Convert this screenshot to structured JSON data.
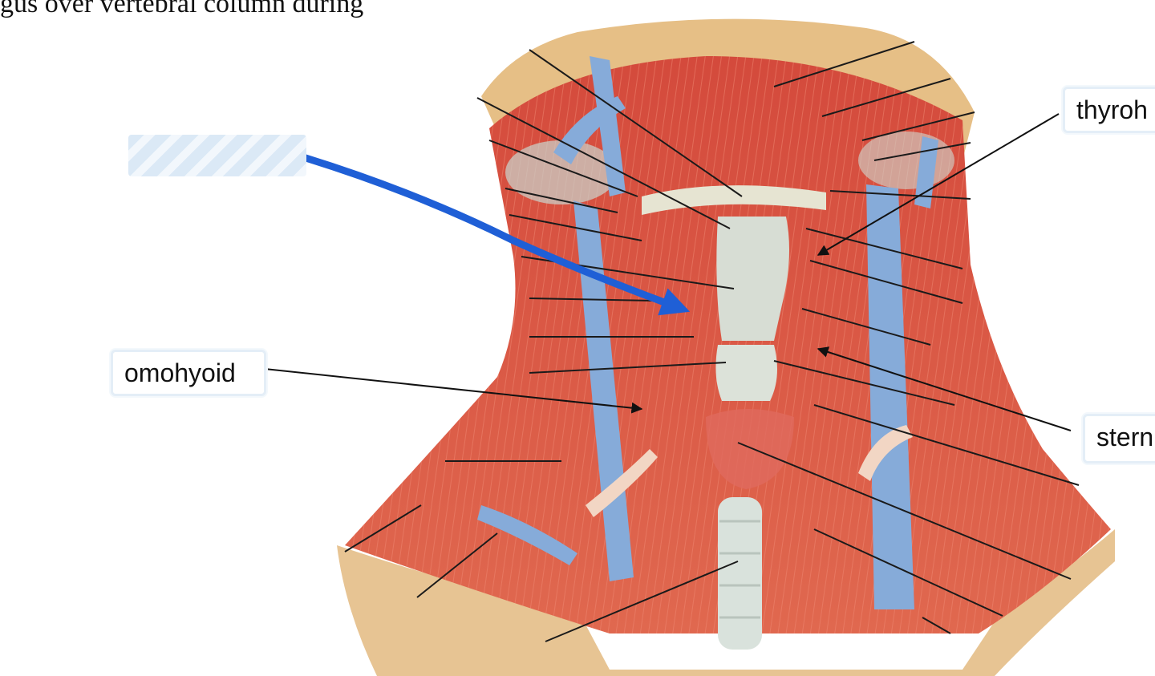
{
  "header_text": "gus over vertebral column during",
  "labels": {
    "omohyoid": "omohyoid",
    "thyrohyoid": "thyroh",
    "sternohyoid": "stern"
  },
  "colors": {
    "muscle": "#d9463a",
    "vein": "#7fa7d8",
    "pointer_arrow": "#1f5fd6",
    "cartilage": "#d9e0d8",
    "skin": "#e3b77a"
  }
}
